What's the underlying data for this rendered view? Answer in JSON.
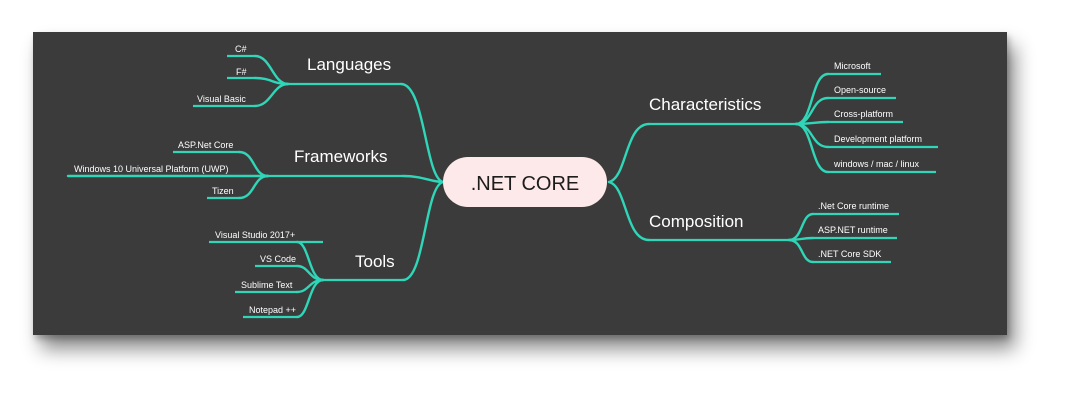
{
  "center": ".NET CORE",
  "branches": {
    "languages": {
      "label": "Languages",
      "items": [
        "C#",
        "F#",
        "Visual Basic"
      ]
    },
    "frameworks": {
      "label": "Frameworks",
      "items": [
        "ASP.Net Core",
        "Windows 10 Universal Platform (UWP)",
        "Tizen"
      ]
    },
    "tools": {
      "label": "Tools",
      "items": [
        "Visual Studio 2017+",
        "VS Code",
        "Sublime Text",
        "Notepad ++"
      ]
    },
    "characteristics": {
      "label": "Characteristics",
      "items": [
        "Microsoft",
        "Open-source",
        "Cross-platform",
        "Development platform",
        "windows / mac / linux"
      ]
    },
    "composition": {
      "label": "Composition",
      "items": [
        ".Net Core runtime",
        "ASP.NET runtime",
        ".NET Core SDK"
      ]
    }
  },
  "colors": {
    "background": "#3b3b3b",
    "connector": "#2fd6b7",
    "center_fill": "#fde9e9",
    "text": "#ffffff"
  }
}
